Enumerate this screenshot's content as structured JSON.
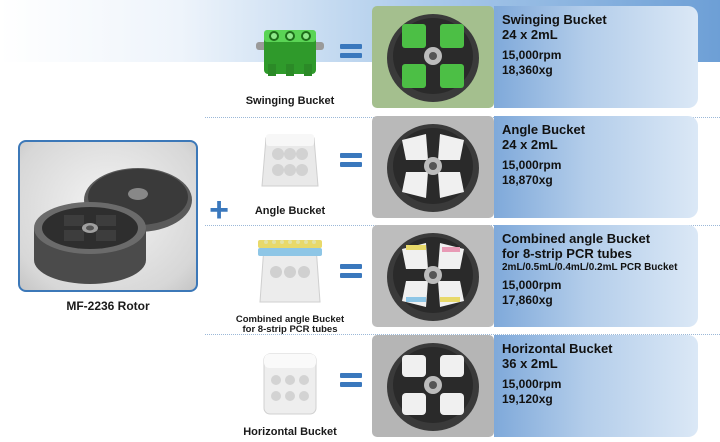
{
  "rotor": {
    "label": "MF-2236 Rotor"
  },
  "rows": [
    {
      "caption": "Swinging Bucket",
      "title": "Swinging Bucket",
      "capacity": "24 x 2mL",
      "speed": "15,000rpm",
      "force": "18,360xg"
    },
    {
      "caption": "Angle Bucket",
      "title": "Angle Bucket",
      "capacity": "24 x 2mL",
      "speed": "15,000rpm",
      "force": "18,870xg"
    },
    {
      "caption_line1": "Combined angle Bucket",
      "caption_line2": "for 8-strip PCR tubes",
      "title_line1": "Combined angle Bucket",
      "title_line2": "for 8-strip PCR tubes",
      "capacity": "2mL/0.5mL/0.4mL/0.2mL PCR Bucket",
      "speed": "15,000rpm",
      "force": "17,860xg"
    },
    {
      "caption": "Horizontal Bucket",
      "title": "Horizontal Bucket",
      "capacity": "36 x 2mL",
      "speed": "15,000rpm",
      "force": "19,120xg"
    }
  ],
  "colors": {
    "accent": "#3a78bd",
    "panel": "#b3cdea",
    "green_bucket": "#3fbf3a",
    "white_bucket": "#f2f2f2"
  },
  "icons": [
    "plus-icon",
    "equals-icon"
  ]
}
